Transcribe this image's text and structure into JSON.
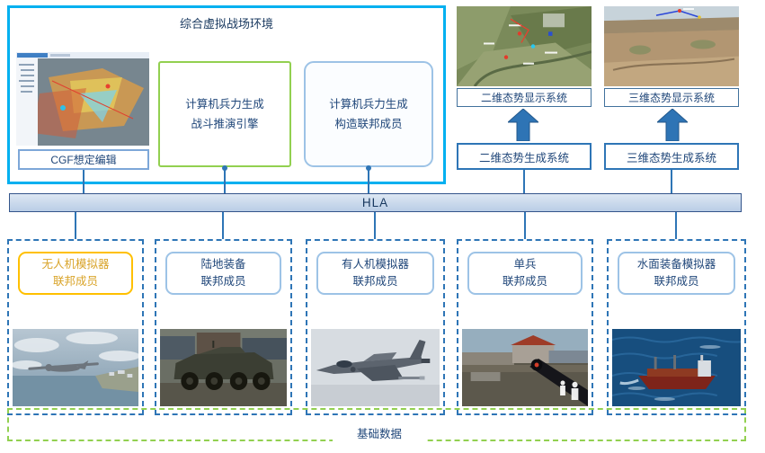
{
  "env": {
    "title": "综合虚拟战场环境",
    "cgf_edit": "CGF想定编辑",
    "engine_line1": "计算机兵力生成",
    "engine_line2": "战斗推演引擎",
    "constructive_line1": "计算机兵力生成",
    "constructive_line2": "构造联邦成员"
  },
  "situation": {
    "display_2d": "二维态势显示系统",
    "display_3d": "三维态势显示系统",
    "generate_2d": "二维态势生成系统",
    "generate_3d": "三维态势生成系统"
  },
  "hla": {
    "label": "HLA"
  },
  "federates": [
    {
      "line1": "无人机模拟器",
      "line2": "联邦成员",
      "accent": "#FFC000"
    },
    {
      "line1": "陆地装备",
      "line2": "联邦成员",
      "accent": "#9DC3E6"
    },
    {
      "line1": "有人机模拟器",
      "line2": "联邦成员",
      "accent": "#9DC3E6"
    },
    {
      "line1": "单兵",
      "line2": "联邦成员",
      "accent": "#9DC3E6"
    },
    {
      "line1": "水面装备模拟器",
      "line2": "联邦成员",
      "accent": "#9DC3E6"
    }
  ],
  "base_data": {
    "label": "基础数据"
  },
  "icons": {
    "cgf_map": "battlefield-scenario-map-screenshot",
    "map_2d": "2d-satellite-situation-map",
    "view_3d": "3d-terrain-situation-view",
    "uav": "uav-drone-over-coast",
    "land": "wheeled-armored-vehicle",
    "aircraft": "fighter-jet",
    "soldier": "first-person-soldier-view",
    "ship": "cargo-ship-at-sea",
    "arrow_up": "thick-up-arrow"
  },
  "colors": {
    "cyan_border": "#00B0F0",
    "green_border": "#92D050",
    "blue": "#2E75B6",
    "light_blue_border": "#9DC3E6",
    "orange": "#FFC000",
    "navy_text": "#1F4679",
    "hla_fill": "#C5D5EA"
  }
}
